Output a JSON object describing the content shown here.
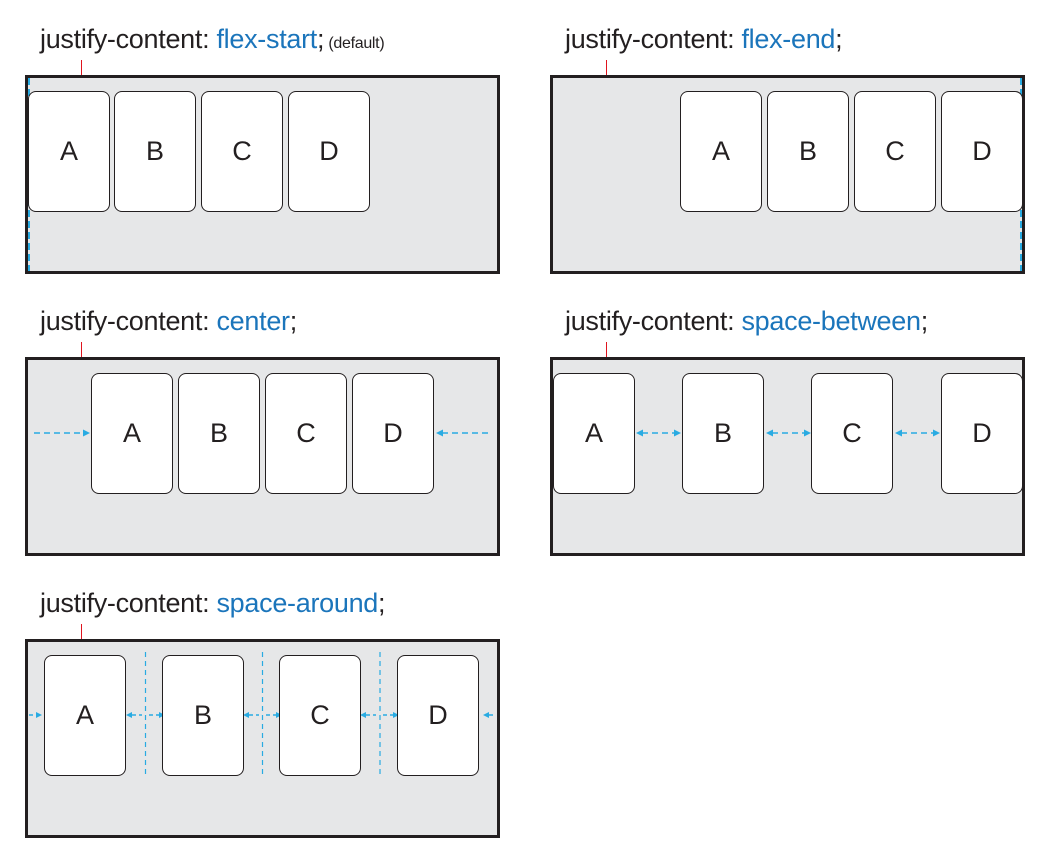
{
  "colors": {
    "keyword": "#1b75bb",
    "guide": "#29abe2",
    "marker": "#e0141e",
    "container": "#e6e7e8"
  },
  "panels": [
    {
      "id": "flex-start",
      "property": "justify-content: ",
      "value": "flex-start",
      "semicolon": ";",
      "note": " (default)",
      "items": [
        "A",
        "B",
        "C",
        "D"
      ]
    },
    {
      "id": "flex-end",
      "property": "justify-content: ",
      "value": "flex-end",
      "semicolon": ";",
      "note": "",
      "items": [
        "A",
        "B",
        "C",
        "D"
      ]
    },
    {
      "id": "center",
      "property": "justify-content: ",
      "value": "center",
      "semicolon": ";",
      "note": "",
      "items": [
        "A",
        "B",
        "C",
        "D"
      ]
    },
    {
      "id": "space-between",
      "property": "justify-content: ",
      "value": "space-between",
      "semicolon": ";",
      "note": "",
      "items": [
        "A",
        "B",
        "C",
        "D"
      ]
    },
    {
      "id": "space-around",
      "property": "justify-content: ",
      "value": "space-around",
      "semicolon": ";",
      "note": "",
      "items": [
        "A",
        "B",
        "C",
        "D"
      ]
    }
  ]
}
